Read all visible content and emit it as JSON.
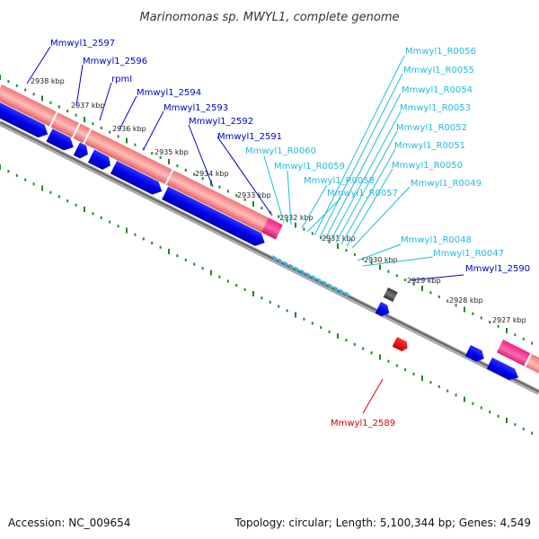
{
  "title": "Marinomonas sp. MWYL1, complete genome",
  "footer": {
    "accession": "Accession: NC_009654",
    "summary": "Topology: circular; Length: 5,100,344 bp; Genes: 4,549"
  },
  "colors": {
    "label_blue": "#0000cc",
    "label_cyan": "#22bbdd",
    "label_red": "#dd0000",
    "cds_blue": "#0000ee",
    "gene_pink": "#ee7777",
    "rrna_magenta": "#ee2288",
    "trna_cyan": "#33bbee",
    "pseudo_gray": "#555555",
    "tick_green": "#228822"
  },
  "scale_labels": [
    "2938 kbp",
    "2937 kbp",
    "2936 kbp",
    "2935 kbp",
    "2934 kbp",
    "2933 kbp",
    "2932 kbp",
    "2931 kbp",
    "2930 kbp",
    "2929 kbp",
    "2928 kbp",
    "2927 kbp"
  ],
  "gene_labels": {
    "g2597": "Mmwyl1_2597",
    "g2596": "Mmwyl1_2596",
    "rpml": "rpmI",
    "g2594": "Mmwyl1_2594",
    "g2593": "Mmwyl1_2593",
    "g2592": "Mmwyl1_2592",
    "g2591": "Mmwyl1_2591",
    "r0060": "Mmwyl1_R0060",
    "r0059": "Mmwyl1_R0059",
    "r0058": "Mmwyl1_R0058",
    "r0057": "Mmwyl1_R0057",
    "r0056": "Mmwyl1_R0056",
    "r0055": "Mmwyl1_R0055",
    "r0054": "Mmwyl1_R0054",
    "r0053": "Mmwyl1_R0053",
    "r0052": "Mmwyl1_R0052",
    "r0051": "Mmwyl1_R0051",
    "r0050": "Mmwyl1_R0050",
    "r0049": "Mmwyl1_R0049",
    "r0048": "Mmwyl1_R0048",
    "r0047": "Mmwyl1_R0047",
    "g2590": "Mmwyl1_2590",
    "g2589": "Mmwyl1_2589"
  }
}
